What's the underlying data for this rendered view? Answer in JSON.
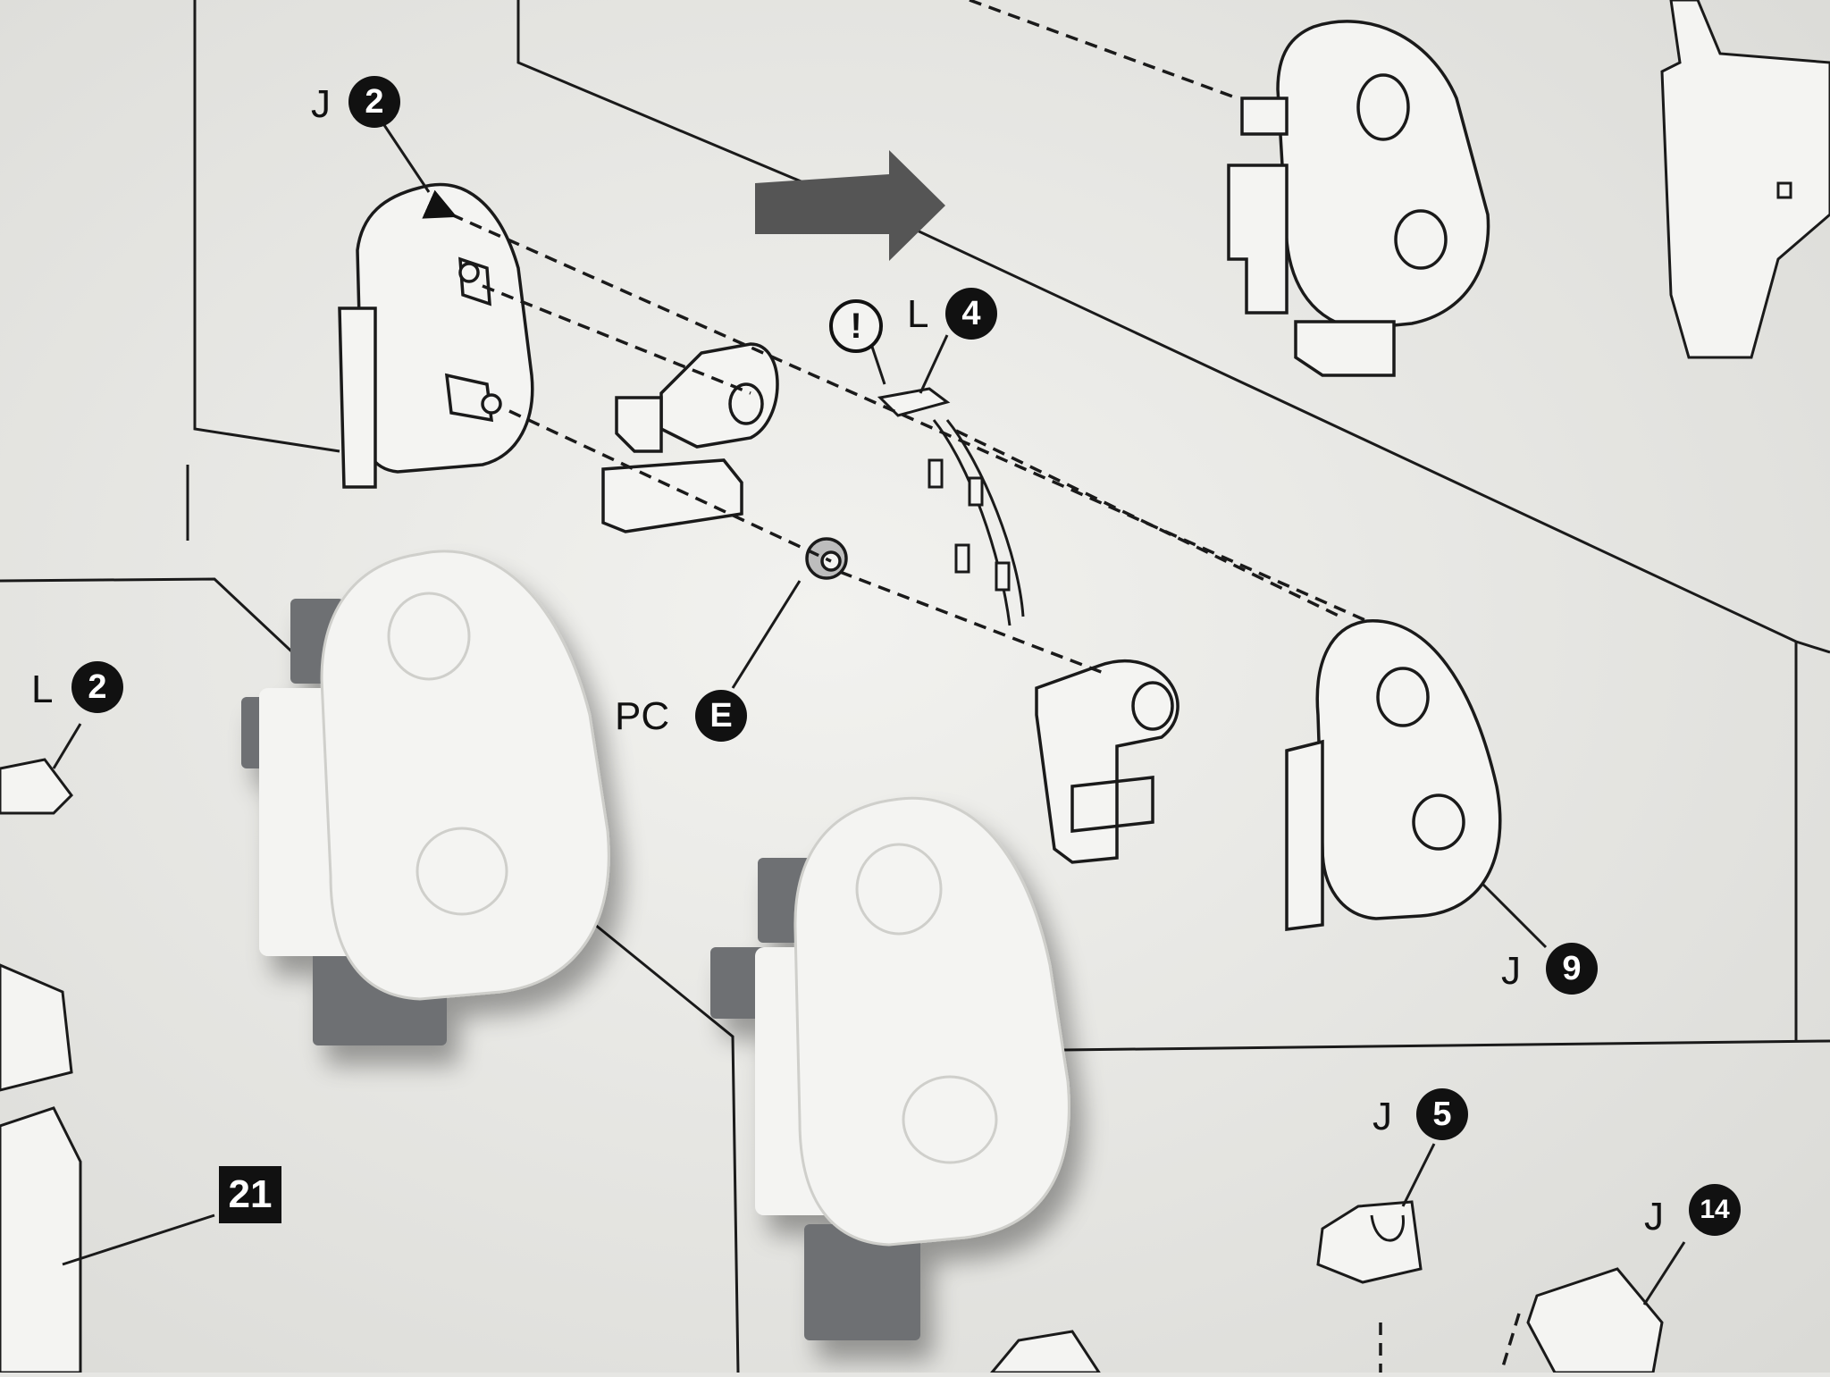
{
  "callouts": {
    "j2": {
      "letter": "J",
      "number": "2"
    },
    "l4": {
      "letter": "L",
      "number": "4",
      "warning": "!"
    },
    "l2": {
      "letter": "L",
      "number": "2"
    },
    "pce": {
      "letter": "PC",
      "number": "E"
    },
    "j9": {
      "letter": "J",
      "number": "9"
    },
    "j5": {
      "letter": "J",
      "number": "5"
    },
    "j14": {
      "letter": "J",
      "number": "14"
    },
    "step21": {
      "number": "21"
    }
  },
  "colors": {
    "paper": "#ebebe8",
    "ink": "#1a1a1a",
    "arrow": "#555555",
    "plastic_white": "#f4f4f2",
    "plastic_gray": "#6e7073"
  }
}
